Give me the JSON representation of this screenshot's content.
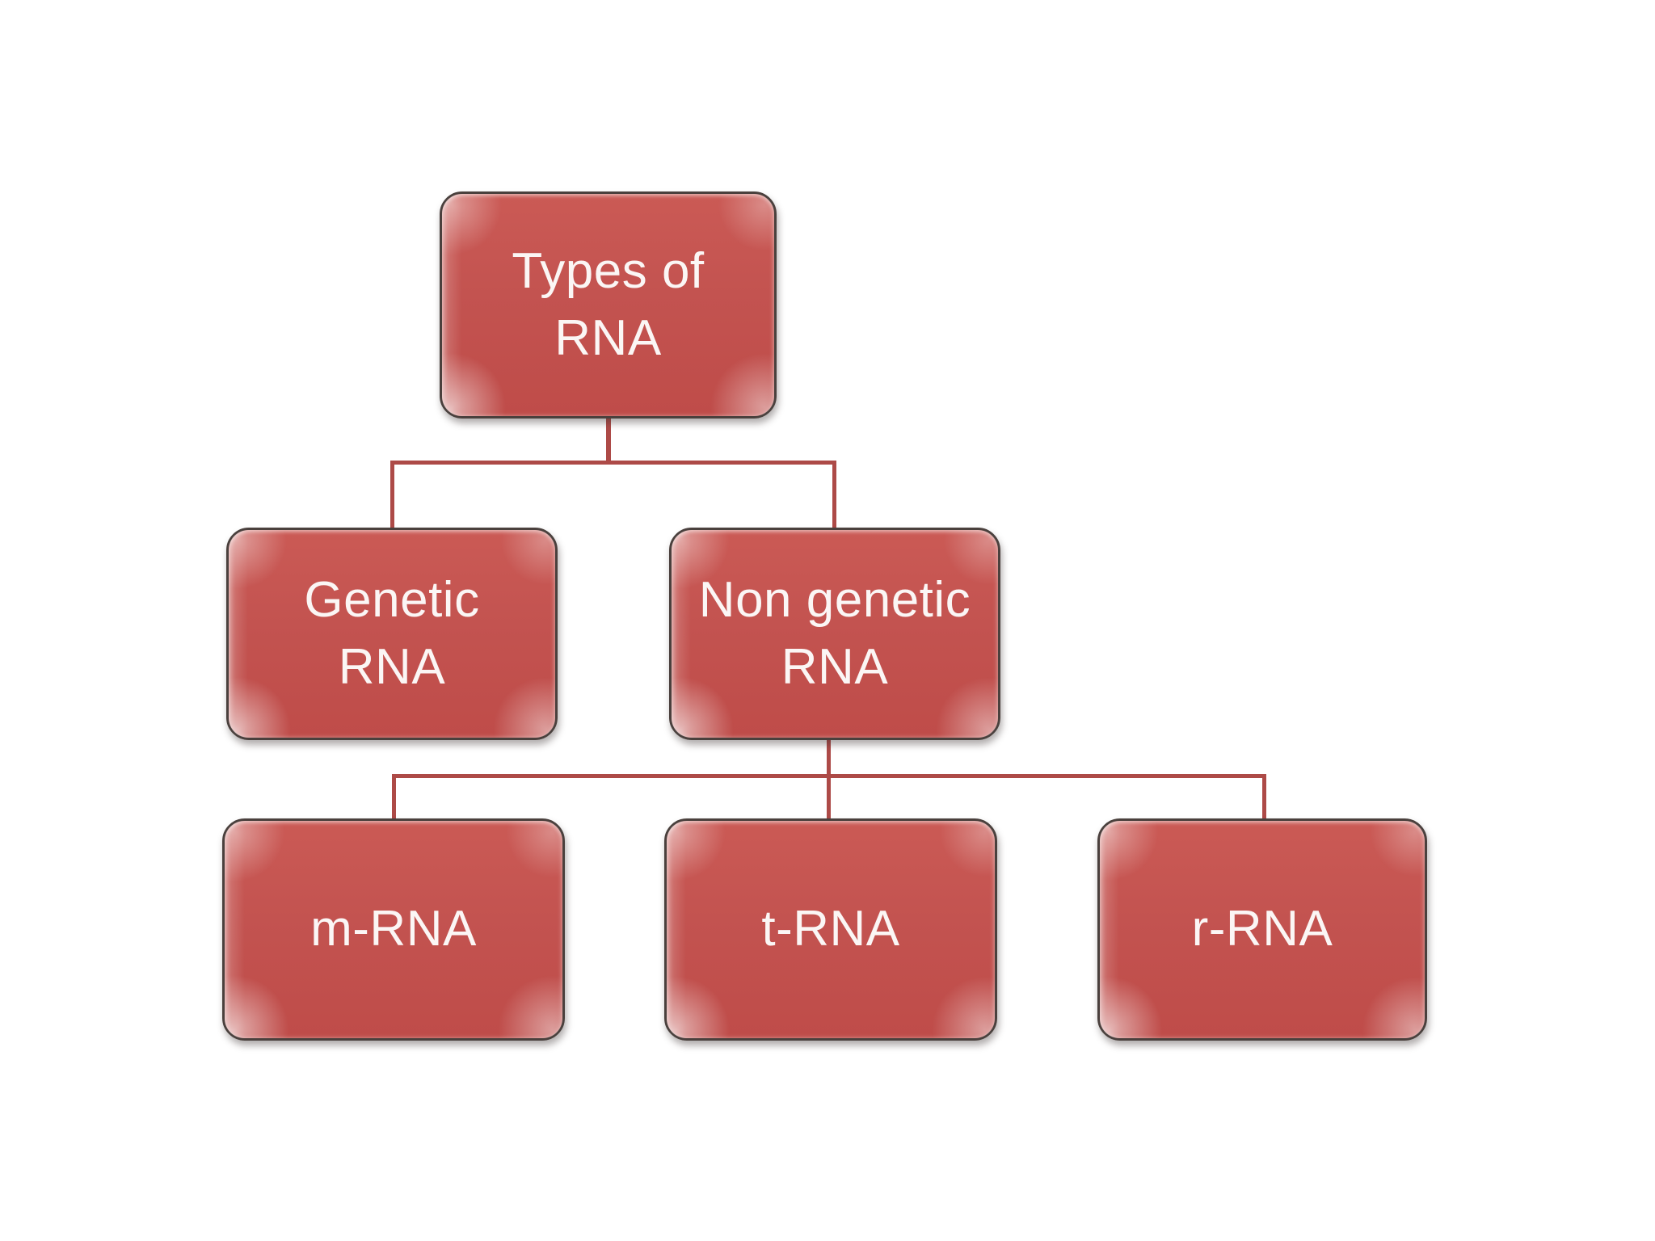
{
  "diagram": {
    "type": "hierarchy",
    "colors": {
      "node_fill": "#c0504d",
      "node_fill_highlight": "#cb5a55",
      "node_border": "#4a403d",
      "connector": "#ad4a47",
      "text": "#ffffff",
      "background": "#ffffff"
    },
    "nodes": {
      "root": {
        "label": "Types of\nRNA"
      },
      "genetic": {
        "label": "Genetic\nRNA"
      },
      "nongenetic": {
        "label": "Non genetic\nRNA"
      },
      "mrna": {
        "label": "m-RNA"
      },
      "trna": {
        "label": "t-RNA"
      },
      "rrna": {
        "label": "r-RNA"
      }
    },
    "edges": [
      {
        "from": "root",
        "to": "genetic"
      },
      {
        "from": "root",
        "to": "nongenetic"
      },
      {
        "from": "nongenetic",
        "to": "mrna"
      },
      {
        "from": "nongenetic",
        "to": "trna"
      },
      {
        "from": "nongenetic",
        "to": "rrna"
      }
    ]
  }
}
